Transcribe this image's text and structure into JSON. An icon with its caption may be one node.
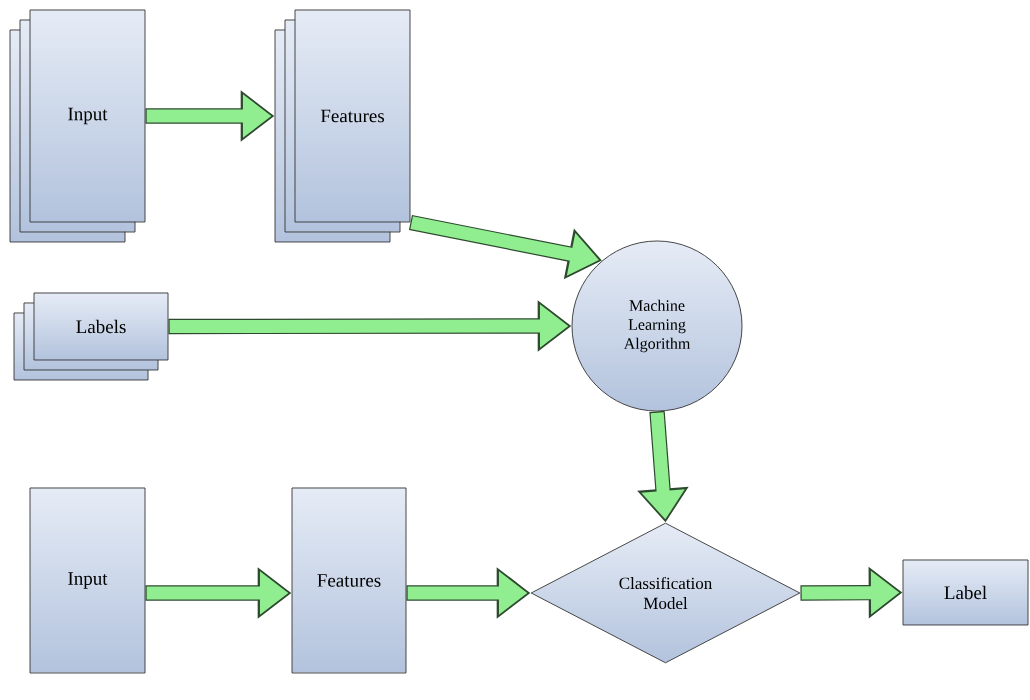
{
  "diagram": {
    "nodes": [
      {
        "text": [
          "Input"
        ]
      },
      {
        "text": [
          "Features"
        ]
      },
      {
        "text": [
          "Labels"
        ]
      },
      {
        "text": [
          "Machine Learning Algorithm"
        ]
      },
      {
        "text": [
          "Input"
        ]
      },
      {
        "text": [
          "Features"
        ]
      },
      {
        "text": [
          "Classification Model"
        ]
      },
      {
        "text": [
          "Label"
        ]
      }
    ],
    "edges": [
      {
        "from": 0,
        "to": 1,
        "arrow": "to"
      },
      {
        "from": 1,
        "to": 3,
        "arrow": "to"
      },
      {
        "from": 2,
        "to": 3,
        "arrow": "to"
      },
      {
        "from": 3,
        "to": 6,
        "arrow": "to"
      },
      {
        "from": 4,
        "to": 5,
        "arrow": "to"
      },
      {
        "from": 5,
        "to": 6,
        "arrow": "to"
      },
      {
        "from": 6,
        "to": 7,
        "arrow": "to"
      }
    ]
  }
}
